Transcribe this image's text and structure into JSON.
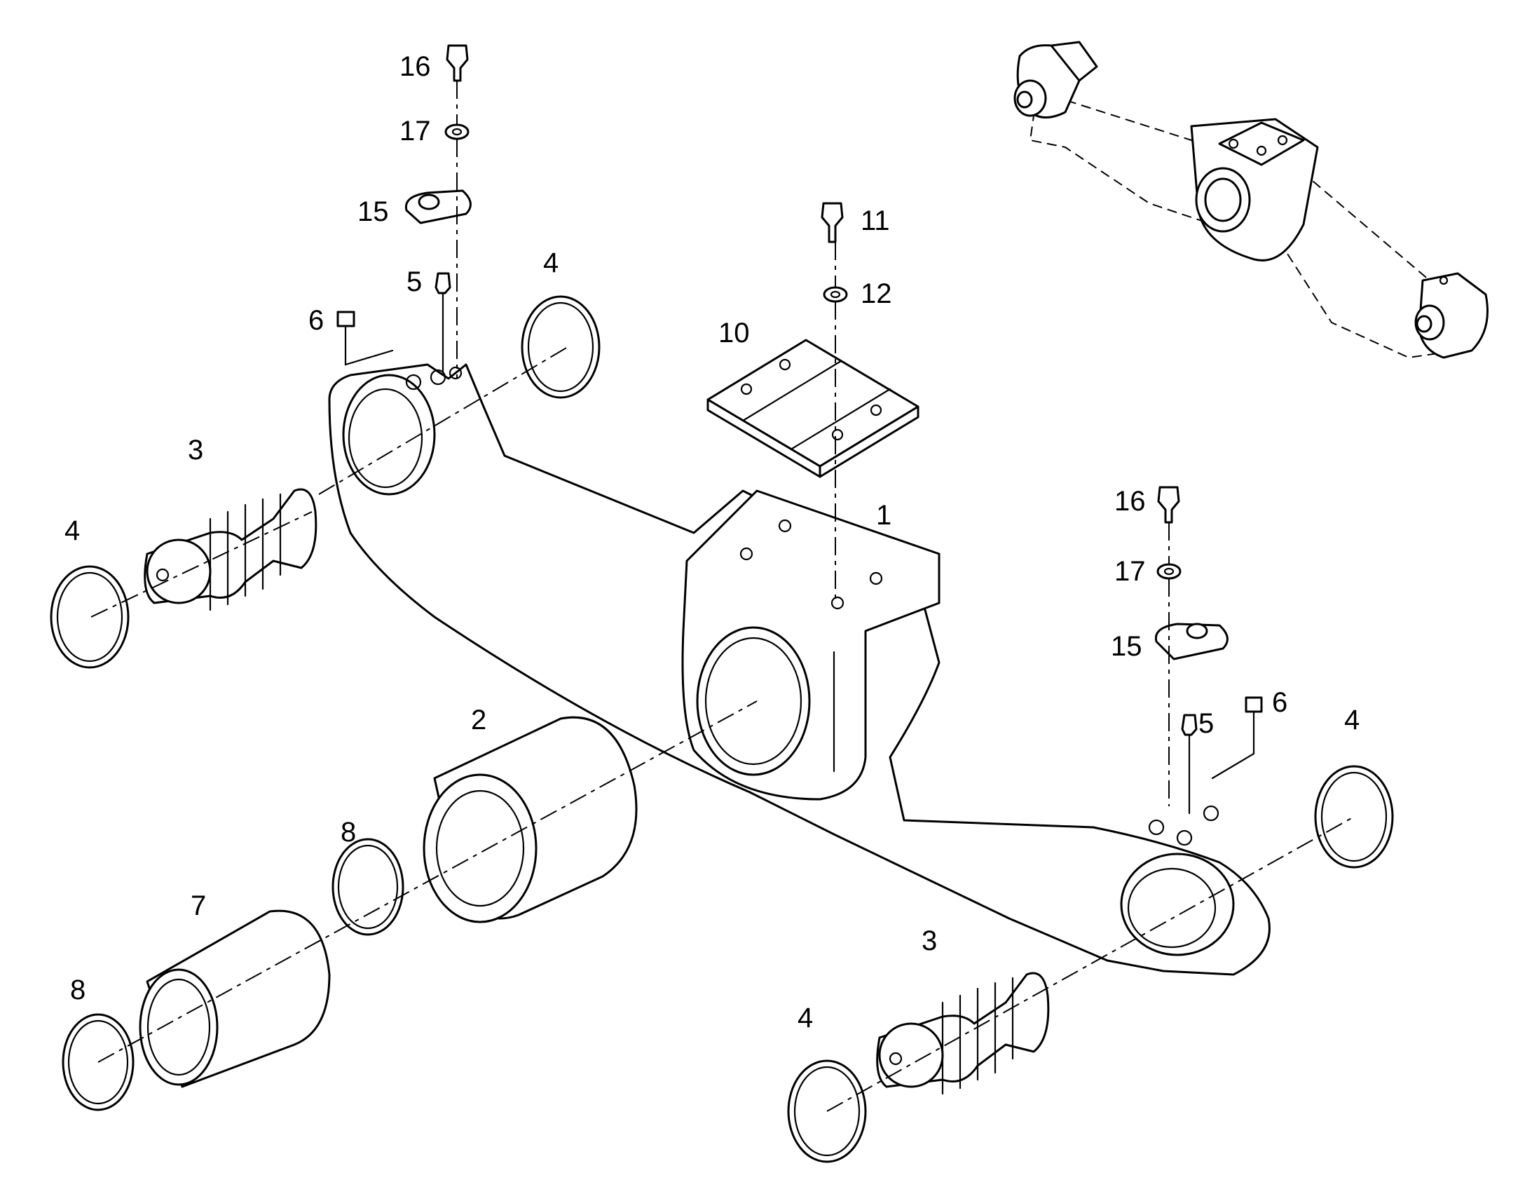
{
  "diagram": {
    "callouts": [
      {
        "id": "c16a",
        "text": "16"
      },
      {
        "id": "c17a",
        "text": "17"
      },
      {
        "id": "c15a",
        "text": "15"
      },
      {
        "id": "c5a",
        "text": "5"
      },
      {
        "id": "c6a",
        "text": "6"
      },
      {
        "id": "c4a",
        "text": "4"
      },
      {
        "id": "c3a",
        "text": "3"
      },
      {
        "id": "c4b",
        "text": "4"
      },
      {
        "id": "c11",
        "text": "11"
      },
      {
        "id": "c12",
        "text": "12"
      },
      {
        "id": "c10",
        "text": "10"
      },
      {
        "id": "c1",
        "text": "1"
      },
      {
        "id": "c16b",
        "text": "16"
      },
      {
        "id": "c17b",
        "text": "17"
      },
      {
        "id": "c15b",
        "text": "15"
      },
      {
        "id": "c6b",
        "text": "6"
      },
      {
        "id": "c5b",
        "text": "5"
      },
      {
        "id": "c4c",
        "text": "4"
      },
      {
        "id": "c2",
        "text": "2"
      },
      {
        "id": "c8a",
        "text": "8"
      },
      {
        "id": "c7",
        "text": "7"
      },
      {
        "id": "c8b",
        "text": "8"
      },
      {
        "id": "c3b",
        "text": "3"
      },
      {
        "id": "c4d",
        "text": "4"
      }
    ]
  }
}
